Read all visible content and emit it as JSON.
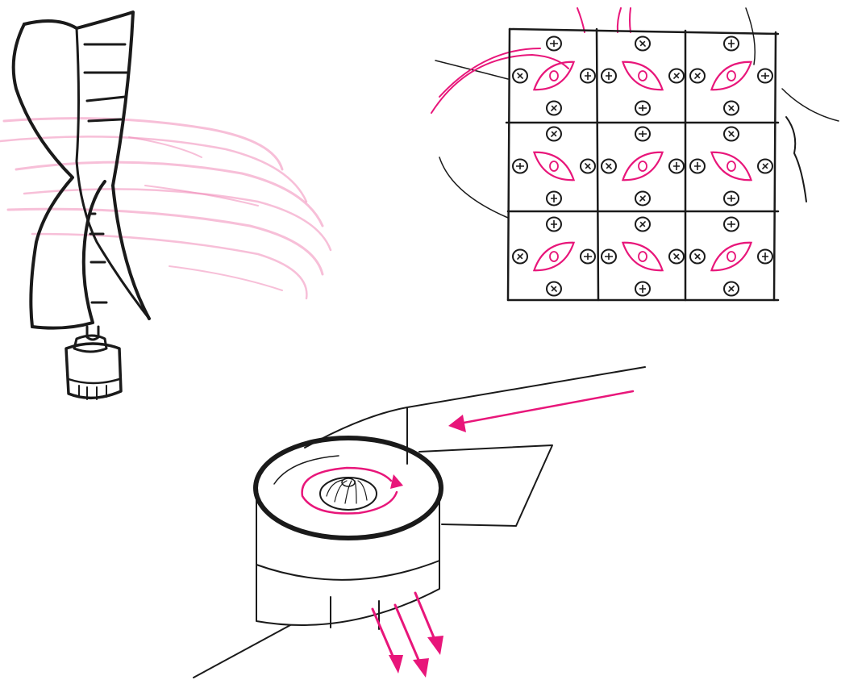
{
  "colors": {
    "ink": "#1a1a1a",
    "accent": "#e8167a",
    "accent_faint": "#f08ab8",
    "background": "#ffffff"
  },
  "sketches": [
    {
      "id": "helical-wind-turbine",
      "parts": [
        "helical-blade",
        "generator-housing",
        "wind-swirls"
      ]
    },
    {
      "id": "cell-grid",
      "rows": 3,
      "cols": 3,
      "parts": [
        "grid",
        "pink-lens-cells",
        "small-circled-glyphs",
        "incoming-wires"
      ]
    },
    {
      "id": "rooftop-vortex-vent",
      "parts": [
        "cylinder-housing",
        "fan-hub",
        "inflow-arrow",
        "rotation-arrow",
        "outflow-arrows"
      ]
    }
  ]
}
